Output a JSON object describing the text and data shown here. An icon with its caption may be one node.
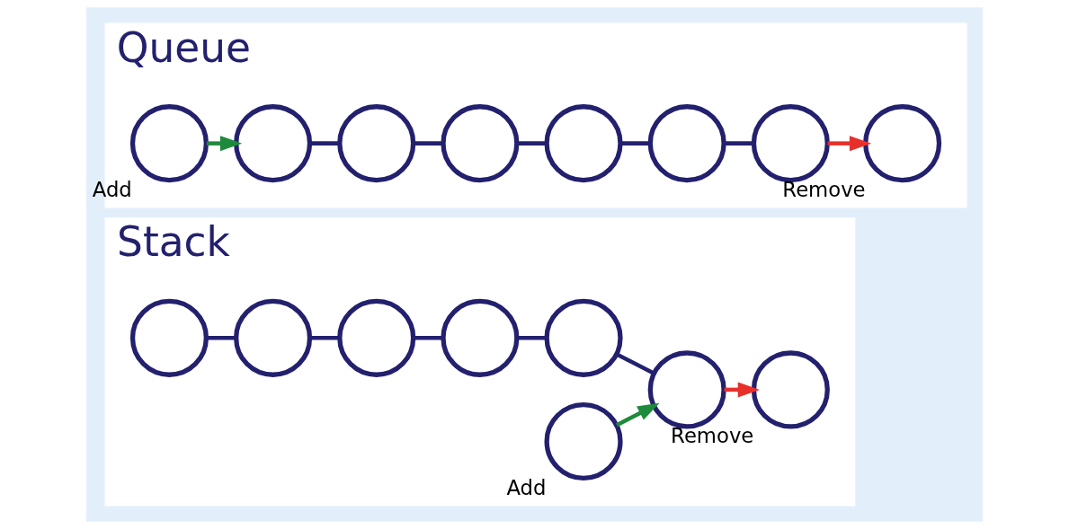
{
  "diagram": {
    "nodes": [
      {
        "text": [
          "Stack"
        ]
      },
      {
        "text": [],
        "shape": "circle",
        "in": 0
      },
      {
        "text": [],
        "shape": "circle",
        "in": 0
      },
      {
        "text": [],
        "shape": "circle",
        "in": 0
      },
      {
        "text": [],
        "shape": "circle",
        "in": 0
      },
      {
        "text": [],
        "shape": "circle",
        "in": 0
      },
      {
        "text": [],
        "shape": "circle",
        "in": 0
      },
      {
        "text": [],
        "shape": "circle",
        "in": 0,
        "beside": [
          "Add"
        ]
      },
      {
        "text": [],
        "shape": "circle",
        "in": 0,
        "beside": [
          "Remove"
        ]
      },
      {
        "text": [
          "Queue"
        ]
      },
      {
        "text": [],
        "shape": "circle",
        "in": 9,
        "beside": [
          "Add"
        ]
      },
      {
        "text": [],
        "shape": "circle",
        "in": 9
      },
      {
        "text": [],
        "shape": "circle",
        "in": 9
      },
      {
        "text": [],
        "shape": "circle",
        "in": 9
      },
      {
        "text": [],
        "shape": "circle",
        "in": 9
      },
      {
        "text": [],
        "shape": "circle",
        "in": 9
      },
      {
        "text": [],
        "shape": "circle",
        "in": 9
      },
      {
        "text": [],
        "shape": "circle",
        "in": 9,
        "beside": [
          "Remove"
        ]
      }
    ],
    "edges": [
      {
        "from": 1,
        "to": 2,
        "arrow": "none"
      },
      {
        "from": 2,
        "to": 3,
        "arrow": "none"
      },
      {
        "from": 3,
        "to": 4,
        "arrow": "none"
      },
      {
        "from": 4,
        "to": 5,
        "arrow": "none"
      },
      {
        "from": 5,
        "to": 6,
        "arrow": "none"
      },
      {
        "from": 7,
        "to": 6,
        "arrow": "to",
        "color": "#1e8a3c"
      },
      {
        "from": 6,
        "to": 8,
        "arrow": "to",
        "color": "#e8302a"
      },
      {
        "from": 10,
        "to": 11,
        "arrow": "to",
        "color": "#1e8a3c"
      },
      {
        "from": 11,
        "to": 12,
        "arrow": "none"
      },
      {
        "from": 12,
        "to": 13,
        "arrow": "none"
      },
      {
        "from": 13,
        "to": 14,
        "arrow": "none"
      },
      {
        "from": 14,
        "to": 15,
        "arrow": "none"
      },
      {
        "from": 15,
        "to": 16,
        "arrow": "none"
      },
      {
        "from": 16,
        "to": 17,
        "arrow": "to",
        "color": "#e8302a"
      }
    ]
  }
}
